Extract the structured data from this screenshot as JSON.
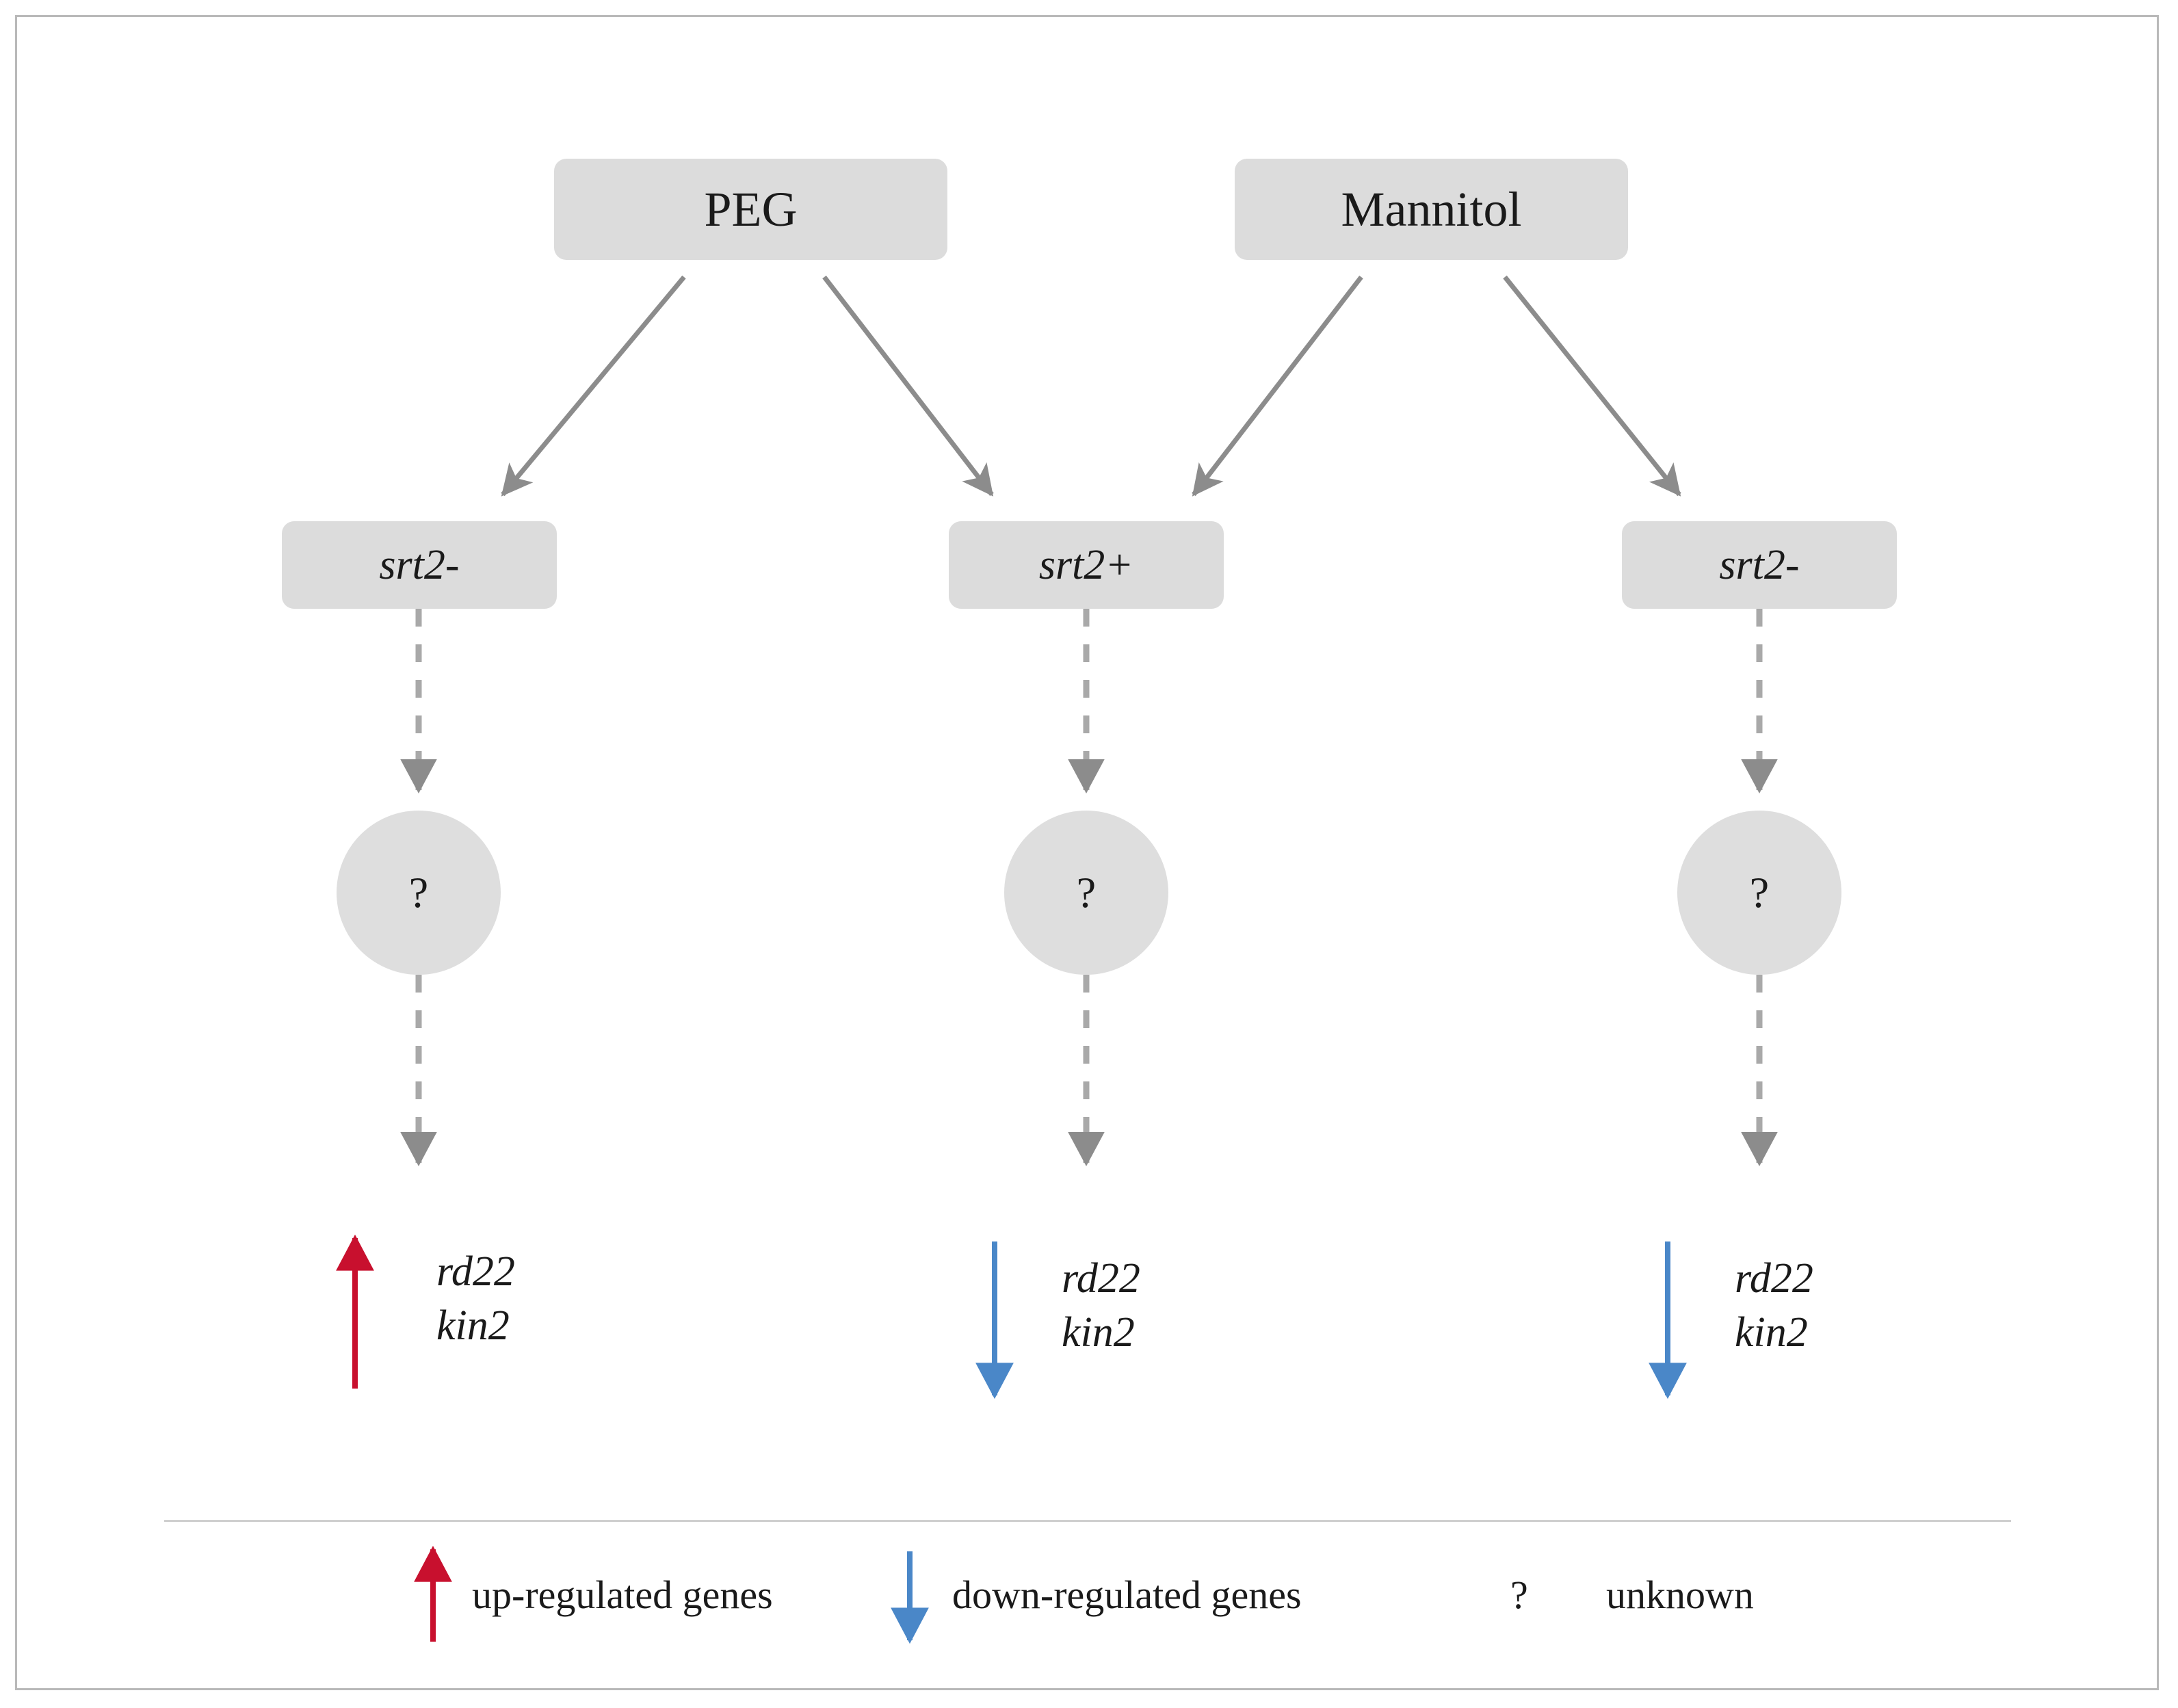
{
  "figure": {
    "kind": "pathway-diagram",
    "background_color": "#ffffff",
    "frame_border_color": "#b9b9b9",
    "node_fill_color": "#dcdcdc",
    "circle_fill_color": "#dedede",
    "connector_color": "#8c8c8c",
    "up_arrow_color": "#c8102e",
    "down_arrow_color": "#4a87c8",
    "divider_color": "#cfcfcf"
  },
  "stress_nodes": [
    {
      "id": "peg",
      "label": "PEG"
    },
    {
      "id": "mannitol",
      "label": "Mannitol"
    }
  ],
  "genotype_nodes": [
    {
      "id": "left",
      "label": "srt2-"
    },
    {
      "id": "middle",
      "label": "srt2+"
    },
    {
      "id": "right",
      "label": "srt2-"
    }
  ],
  "unknown_nodes": [
    {
      "id": "left",
      "label": "?"
    },
    {
      "id": "middle",
      "label": "?"
    },
    {
      "id": "right",
      "label": "?"
    }
  ],
  "outcomes": [
    {
      "id": "left",
      "direction": "up",
      "arrow_color": "#c8102e",
      "genes": [
        "rd22",
        "kin2"
      ],
      "genes_text": "rd22\nkin2"
    },
    {
      "id": "middle",
      "direction": "down",
      "arrow_color": "#4a87c8",
      "genes": [
        "rd22",
        "kin2"
      ],
      "genes_text": "rd22\nkin2"
    },
    {
      "id": "right",
      "direction": "down",
      "arrow_color": "#4a87c8",
      "genes": [
        "rd22",
        "kin2"
      ],
      "genes_text": "rd22\nkin2"
    }
  ],
  "edges": [
    {
      "from": "peg",
      "to": "left",
      "style": "solid"
    },
    {
      "from": "peg",
      "to": "middle",
      "style": "solid"
    },
    {
      "from": "mannitol",
      "to": "middle",
      "style": "solid"
    },
    {
      "from": "mannitol",
      "to": "right",
      "style": "solid"
    },
    {
      "from": "left",
      "to": "left-unknown",
      "style": "dashed"
    },
    {
      "from": "middle",
      "to": "middle-unknown",
      "style": "dashed"
    },
    {
      "from": "right",
      "to": "right-unknown",
      "style": "dashed"
    },
    {
      "from": "left-unknown",
      "to": "left-outcome",
      "style": "dashed"
    },
    {
      "from": "middle-unknown",
      "to": "middle-outcome",
      "style": "dashed"
    },
    {
      "from": "right-unknown",
      "to": "right-outcome",
      "style": "dashed"
    }
  ],
  "legend": {
    "items": [
      {
        "id": "up",
        "symbol": "up-arrow",
        "color": "#c8102e",
        "label": "up-regulated genes"
      },
      {
        "id": "down",
        "symbol": "down-arrow",
        "color": "#4a87c8",
        "label": "down-regulated genes"
      },
      {
        "id": "unknown",
        "symbol": "?",
        "marker": "?",
        "label": "unknown"
      }
    ]
  }
}
